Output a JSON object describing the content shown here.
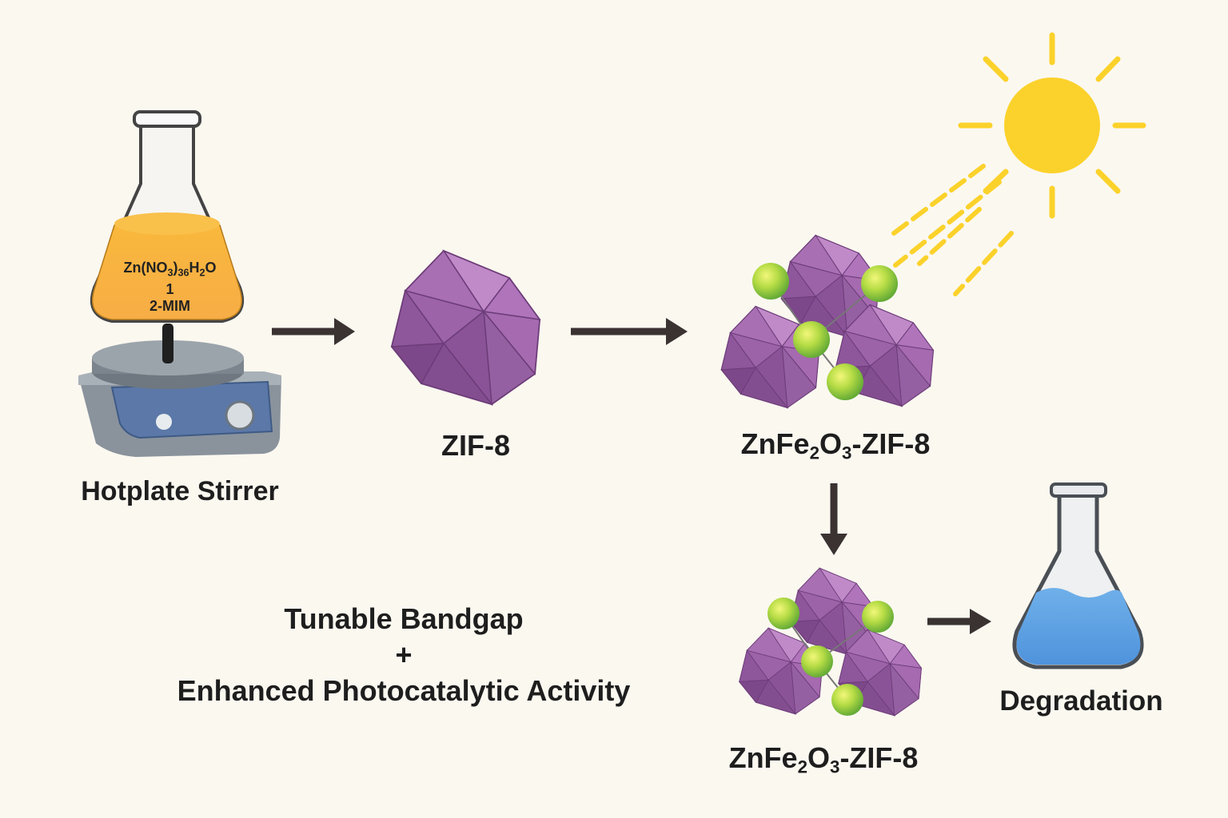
{
  "labels": {
    "hotplate": "Hotplate Stirrer",
    "zif8": "ZIF-8",
    "composite_top": {
      "base": "ZnFe",
      "s1": "2",
      "mid": "O",
      "s2": "3",
      "tail": "-ZIF-8"
    },
    "composite_bottom": {
      "base": "ZnFe",
      "s1": "2",
      "mid": "O",
      "s2": "3",
      "tail": "-ZIF-8"
    },
    "degradation": "Degradation"
  },
  "flask_text": {
    "line1": {
      "a": "Zn(NO",
      "s1": "3",
      "b": ")",
      "s2": "36",
      "c": "H",
      "s3": "2",
      "d": "O"
    },
    "line2": "1",
    "line3": "2-MIM"
  },
  "benefits": {
    "line1": "Tunable Bandgap",
    "plus": "+",
    "line2": "Enhanced Photocatalytic Activity"
  },
  "colors": {
    "background": "#fbf8f0",
    "polyhedron": "#9b62a6",
    "nanoparticle": "#8cc63f",
    "sun": "#fbd22b",
    "solution_orange": "#f7b23b",
    "solution_blue": "#5aa2e4",
    "arrow": "#3a3332",
    "hotplate_body": "#7a848f",
    "hotplate_panel": "#5b78a8"
  }
}
